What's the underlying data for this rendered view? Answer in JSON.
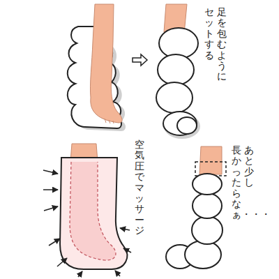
{
  "diagram": {
    "labels": [
      "足を包むように",
      "セットする",
      "空気圧でマッサージ",
      "あと少し",
      "長かったらなぁ・・・"
    ]
  }
}
